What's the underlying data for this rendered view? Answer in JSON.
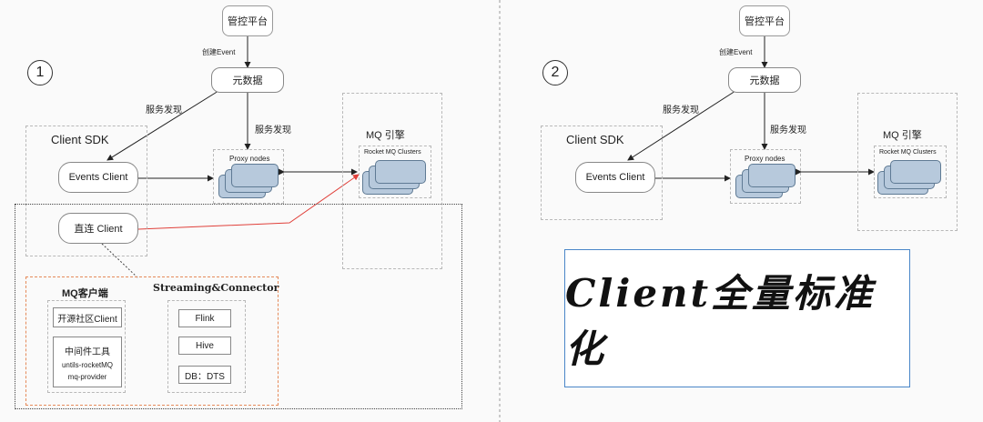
{
  "left": {
    "number": "1",
    "console": "管控平台",
    "create_event": "创建Event",
    "metadata": "元数据",
    "service_discovery_1": "服务发现",
    "service_discovery_2": "服务发现",
    "client_sdk": "Client SDK",
    "events_client": "Events Client",
    "direct_client": "直连 Client",
    "proxy_nodes": "Proxy nodes",
    "mq_engine": "MQ 引擎",
    "rocket_clusters": "Rocket MQ Clusters",
    "mq_client_title": "MQ客户端",
    "oss_client": "开源社区Client",
    "middleware_tools": "中间件工具",
    "untils_rocketmq": "untils-rocketMQ",
    "mq_provider": "mq-provider",
    "streaming_title": "Streaming&Connector",
    "flink": "Flink",
    "hive": "Hive",
    "db_dts": "DB：DTS"
  },
  "right": {
    "number": "2",
    "console": "管控平台",
    "create_event": "创建Event",
    "metadata": "元数据",
    "service_discovery_1": "服务发现",
    "service_discovery_2": "服务发现",
    "client_sdk": "Client SDK",
    "events_client": "Events Client",
    "proxy_nodes": "Proxy nodes",
    "mq_engine": "MQ 引擎",
    "rocket_clusters": "Rocket MQ Clusters",
    "headline": "Client全量标准化"
  },
  "colors": {
    "node_fill": "#b7c9dc",
    "accent_red": "#e0403a",
    "panel_blue": "#4a86c8",
    "connector_orange": "#e58a5a"
  }
}
